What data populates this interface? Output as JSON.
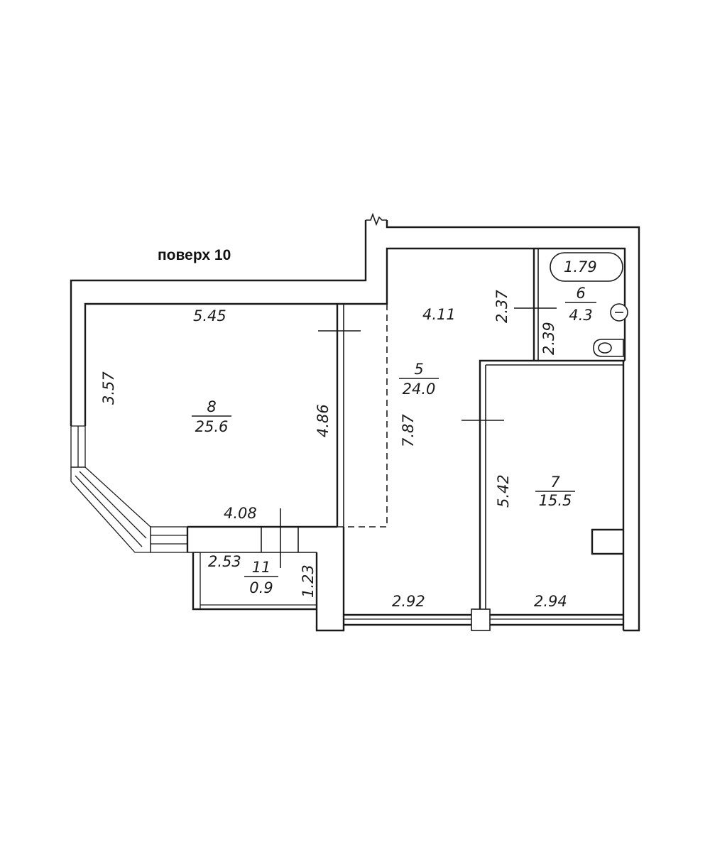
{
  "floor_label": "поверх 10",
  "rooms": [
    {
      "number": "8",
      "area": "25.6"
    },
    {
      "number": "5",
      "area": "24.0"
    },
    {
      "number": "6",
      "area": "4.3"
    },
    {
      "number": "7",
      "area": "15.5"
    },
    {
      "number": "11",
      "area": "0.9"
    }
  ],
  "dimensions": {
    "room8_top": "5.45",
    "room8_left": "3.57",
    "room8_right": "4.86",
    "room8_bottom": "4.08",
    "room5_top": "4.11",
    "room5_height": "7.87",
    "room5_bottom": "2.92",
    "corridor_to_bath": "2.37",
    "bath_height": "2.39",
    "bathtub_length": "1.79",
    "room7_height": "5.42",
    "room7_bottom": "2.94",
    "balcony_width": "2.53",
    "balcony_depth": "1.23"
  }
}
